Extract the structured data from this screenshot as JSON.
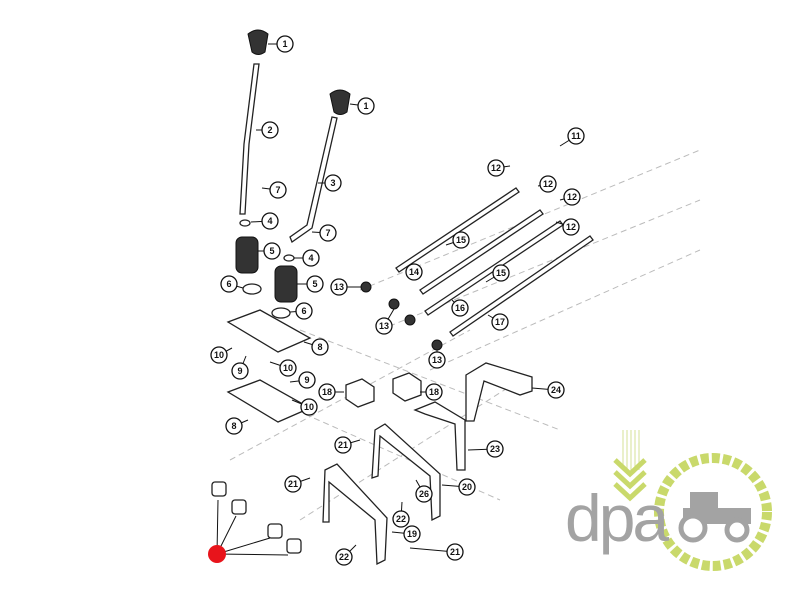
{
  "diagram": {
    "title": "Gear shift lever and shift rail assembly",
    "callouts": [
      "1",
      "1",
      "2",
      "3",
      "7",
      "7",
      "4",
      "4",
      "5",
      "5",
      "6",
      "6",
      "11",
      "12",
      "12",
      "12",
      "12",
      "15",
      "15",
      "14",
      "13",
      "13",
      "13",
      "16",
      "17",
      "8",
      "8",
      "10",
      "9",
      "10",
      "9",
      "10",
      "18",
      "18",
      "24",
      "21",
      "23",
      "21",
      "20",
      "26",
      "22",
      "19",
      "22",
      "21"
    ],
    "marker_color": "#e8141b"
  },
  "logo": {
    "text": "dpa",
    "text_color": "#a3a3a3",
    "accent_color": "#c9d96b"
  }
}
